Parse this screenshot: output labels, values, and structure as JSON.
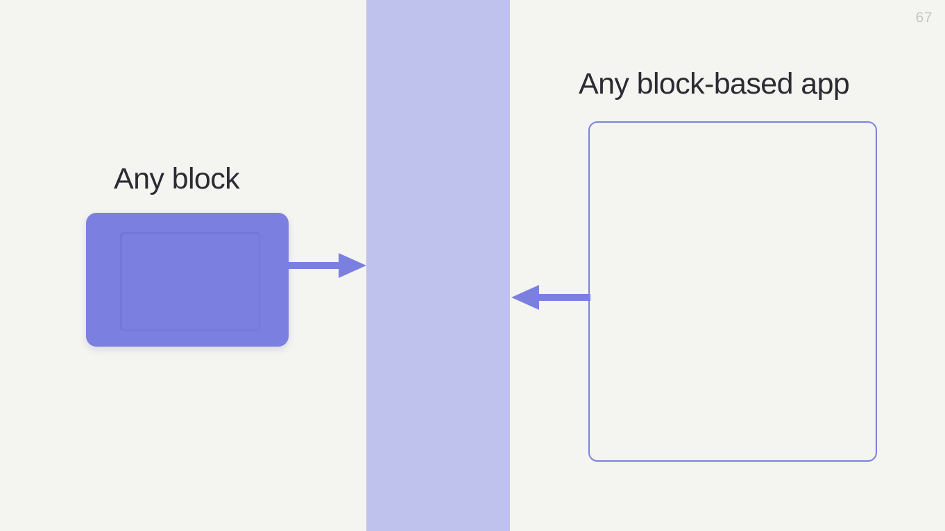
{
  "slide": {
    "page_number": "67",
    "background_color": "#f4f4f0",
    "accent_color": "#7b80e0",
    "band_color": "#c0c2ee",
    "text_color": "#2b2b33",
    "page_number_color": "#c7c7c2"
  },
  "left": {
    "heading": "Any block",
    "block_label": "",
    "block_icon": "rounded-rectangle-block"
  },
  "right": {
    "heading": "Any block-based app",
    "app_frame_label": ""
  },
  "center": {
    "band_label": ""
  },
  "arrows": {
    "right_arrow_name": "arrow-right",
    "left_arrow_name": "arrow-left"
  }
}
